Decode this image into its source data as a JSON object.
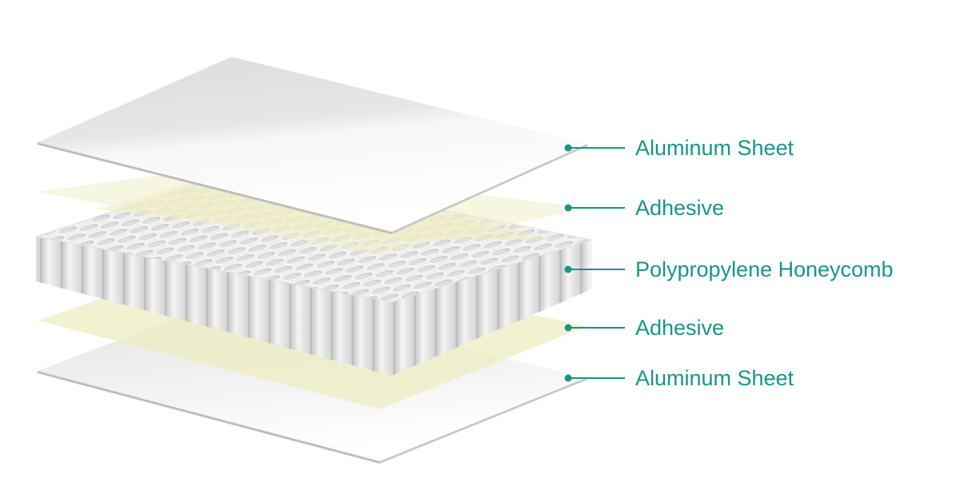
{
  "diagram": {
    "title": "Polypropylene honeycomb panel layer structure",
    "accent_color": "#17958a",
    "layers": [
      {
        "id": "top-sheet",
        "label": "Aluminum Sheet",
        "material": "aluminum",
        "color": "#ececec"
      },
      {
        "id": "top-adhesive",
        "label": "Adhesive",
        "material": "adhesive",
        "color": "#f3f1c8"
      },
      {
        "id": "honeycomb",
        "label": "Polypropylene Honeycomb",
        "material": "honeycomb",
        "color": "#e6e6e6"
      },
      {
        "id": "bottom-adhesive",
        "label": "Adhesive",
        "material": "adhesive",
        "color": "#f3f1c8"
      },
      {
        "id": "bottom-sheet",
        "label": "Aluminum Sheet",
        "material": "aluminum",
        "color": "#ececec"
      }
    ]
  }
}
